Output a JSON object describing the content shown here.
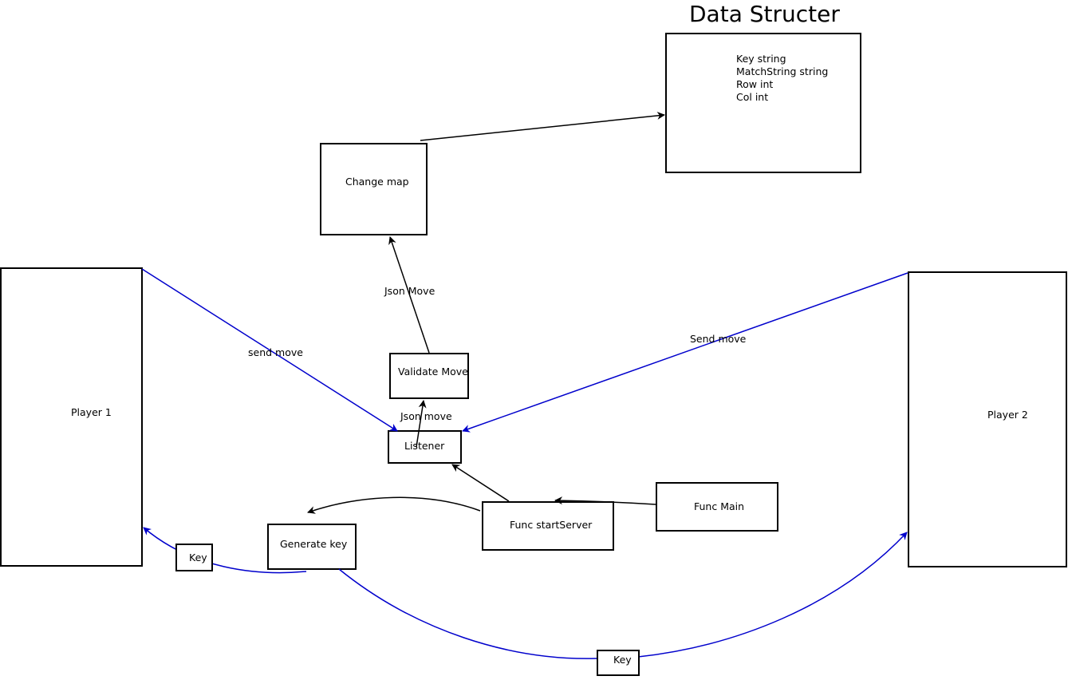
{
  "title": "Data Structer",
  "data_struct": {
    "fields": [
      "Key string",
      "MatchString string",
      "Row int",
      "Col int"
    ]
  },
  "nodes": {
    "change_map": "Change map",
    "player1": "Player 1",
    "player2": "Player 2",
    "validate_move": "Validate Move",
    "listener": "Listener",
    "func_startserver": "Func startServer",
    "func_main": "Func Main",
    "generate_key": "Generate key",
    "key_left": "Key",
    "key_bottom": "Key"
  },
  "edge_labels": {
    "json_move_up": "Json Move",
    "send_move_p1": "send move",
    "send_move_p2": "Send move",
    "json_move_lower": "Json move"
  },
  "colors": {
    "line": "#000000",
    "player_link": "#0000cc"
  }
}
